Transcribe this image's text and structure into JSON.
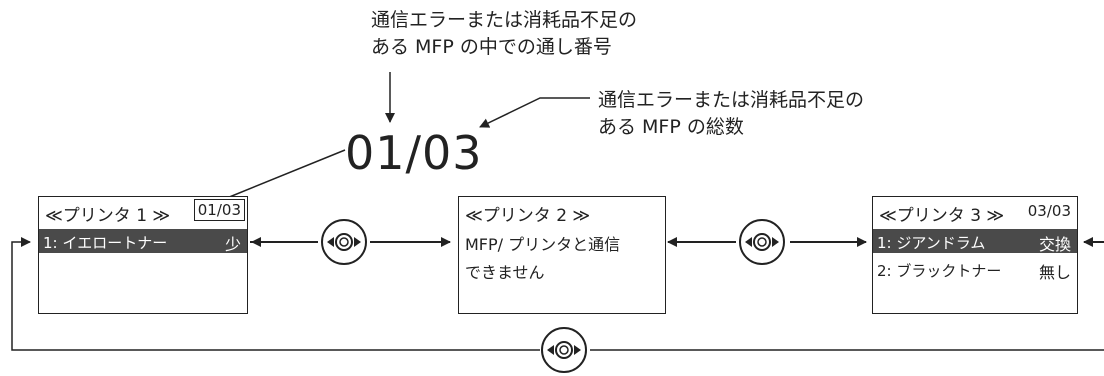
{
  "annotations": {
    "top_label_line1": "通信エラーまたは消耗品不足の",
    "top_label_line2": "ある MFP の中での通し番号",
    "right_label_line1": "通信エラーまたは消耗品不足の",
    "right_label_line2": "ある MFP の総数",
    "counter": "01/03"
  },
  "screens": [
    {
      "title": "≪プリンタ 1 ≫",
      "page": "01/03",
      "rows": [
        {
          "name": "1: イエロートナー",
          "status": "少"
        }
      ]
    },
    {
      "title": "≪プリンタ 2 ≫",
      "message_line1": "MFP/ プリンタと通信",
      "message_line2": "できません"
    },
    {
      "title": "≪プリンタ 3 ≫",
      "page": "03/03",
      "rows": [
        {
          "name": "1: ジアンドラム",
          "status": "交換"
        },
        {
          "name": "2: ブラックトナー",
          "status": "無し"
        }
      ]
    }
  ],
  "icons": [
    "nav-left-right-button-icon",
    "nav-left-right-button-icon",
    "nav-left-right-button-icon"
  ]
}
